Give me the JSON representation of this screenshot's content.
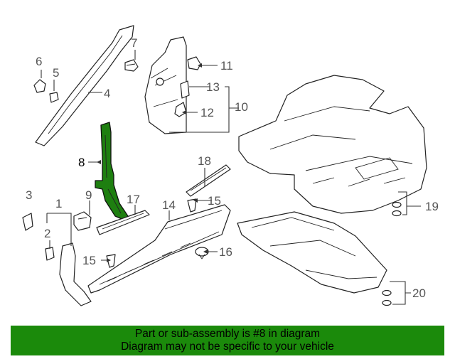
{
  "callouts": {
    "c1": "1",
    "c2": "2",
    "c3": "3",
    "c4": "4",
    "c5": "5",
    "c6": "6",
    "c7": "7",
    "c8": "8",
    "c9": "9",
    "c10": "10",
    "c11": "11",
    "c12": "12",
    "c13": "13",
    "c14": "14",
    "c15a": "15",
    "c15b": "15",
    "c16": "16",
    "c17": "17",
    "c18": "18",
    "c19": "19",
    "c20": "20"
  },
  "highlight": {
    "part_number": "8",
    "color": "#1b8a0b"
  },
  "banner": {
    "line1": "Part or sub-assembly is #8 in diagram",
    "line2": "Diagram may not be specific to your vehicle"
  }
}
